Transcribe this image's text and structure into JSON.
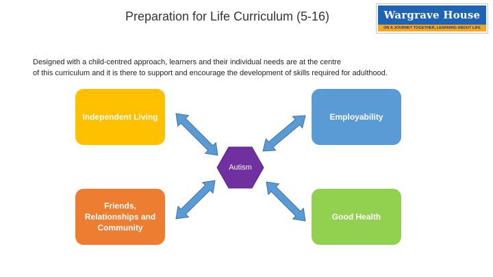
{
  "header": {
    "title": "Preparation for Life Curriculum (5-16)"
  },
  "logo": {
    "name": "Wargrave House",
    "tagline": "ON A JOURNEY TOGETHER, LEARNING ABOUT LIFE",
    "colors": {
      "primary": "#1f63b5",
      "accent": "#f5a623"
    }
  },
  "intro": {
    "line1": "Designed with a child-centred approach, learners and their individual needs are at the centre",
    "line2": "of this curriculum and it is there to support and encourage the development of skills required for adulthood."
  },
  "diagram": {
    "center": {
      "label": "Autism",
      "color": "#7030a0"
    },
    "nodes": [
      {
        "label": "Independent Living",
        "color": "#ffc000"
      },
      {
        "label": "Employability",
        "color": "#5b9bd5"
      },
      {
        "label": "Friends, Relationships and Community",
        "color": "#ed7d31"
      },
      {
        "label": "Good Health",
        "color": "#92d050"
      }
    ],
    "arrow_color": "#5b9bd5"
  }
}
